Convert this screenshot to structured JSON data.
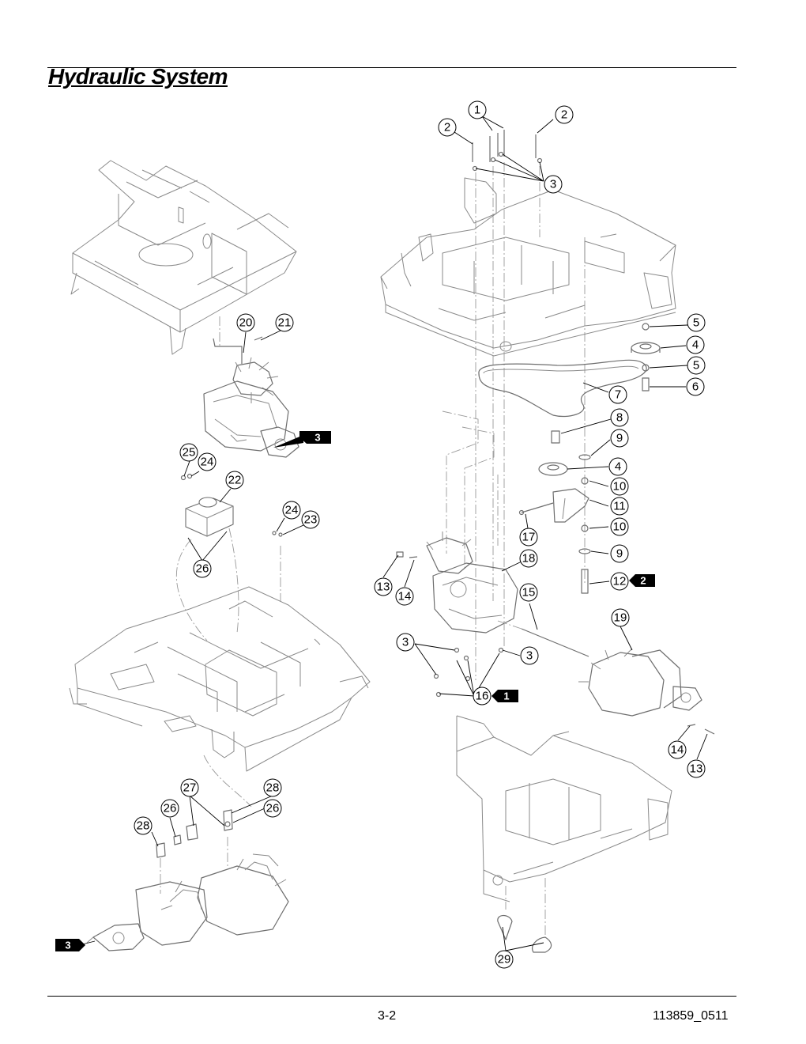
{
  "header": {
    "title": "Hydraulic System"
  },
  "footer": {
    "page_number": "3-2",
    "document_number": "113859_0511"
  },
  "callouts": {
    "c1": "1",
    "c2": "2",
    "c3": "3",
    "c4": "4",
    "c5": "5",
    "c6": "6",
    "c7": "7",
    "c8": "8",
    "c9": "9",
    "c10": "10",
    "c11": "11",
    "c12": "12",
    "c13": "13",
    "c14": "14",
    "c15": "15",
    "c16": "16",
    "c17": "17",
    "c18": "18",
    "c19": "19",
    "c20": "20",
    "c21": "21",
    "c22": "22",
    "c23": "23",
    "c24": "24",
    "c25": "25",
    "c26": "26",
    "c27": "27",
    "c28": "28",
    "c29": "29"
  },
  "flags": {
    "f1": "1",
    "f2": "2",
    "f3": "3"
  }
}
